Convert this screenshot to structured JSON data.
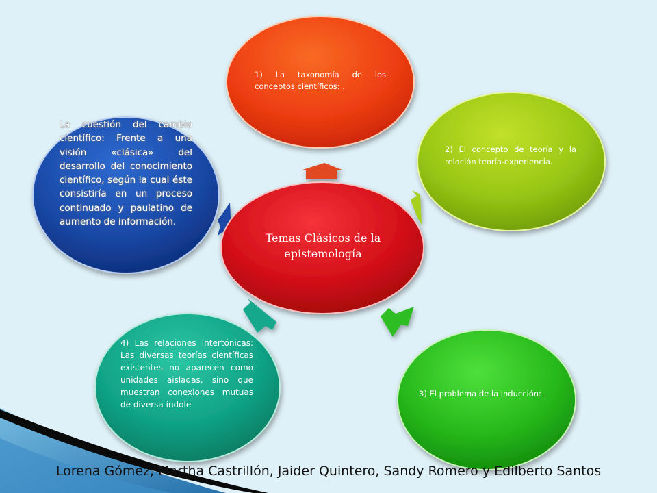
{
  "diagram": {
    "center": {
      "label": "Temas  Clásicos de la epistemología"
    },
    "nodes": {
      "top": "1)  La  taxonomía  de  los conceptos científicos: .",
      "right": "2) El concepto de teoría y la relación teoría-experiencia.",
      "bottom_right": "3)  El  problema  de  la inducción: .",
      "bottom_left": "4)  Las  relaciones intertónicas: Las diversas teorías científicas existentes no aparecen como unidades aisladas, sino que muestran conexiones mutuas de diversa índole",
      "left": "La cuestión del cambio científico: Frente a una visión «clásica» del desarrollo del conocimiento científico, según la cual éste consistiría en un proceso continuado y paulatino de aumento de información."
    },
    "colors": {
      "center": "#d8101a",
      "top": "#f24a12",
      "right": "#9ccc10",
      "bottom_right": "#2cc21c",
      "bottom_left": "#12a88a",
      "left": "#1a4aa8"
    }
  },
  "footer": {
    "authors": "Lorena Gómez, Martha Castrillón, Jaider Quintero, Sandy Romero y Edilberto Santos"
  }
}
